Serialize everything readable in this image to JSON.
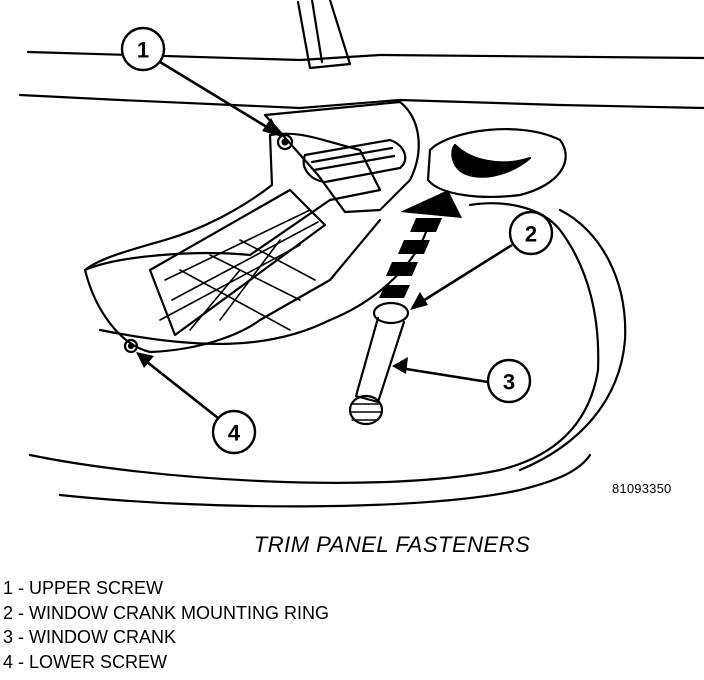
{
  "figure_id": "81093350",
  "caption": "TRIM PANEL FASTENERS",
  "callouts": [
    "1",
    "2",
    "3",
    "4"
  ],
  "legend": [
    "1 - UPPER SCREW",
    "2 - WINDOW CRANK MOUNTING RING",
    "3 - WINDOW CRANK",
    "4 - LOWER SCREW"
  ],
  "colors": {
    "ink": "#000000",
    "paper": "#ffffff"
  }
}
